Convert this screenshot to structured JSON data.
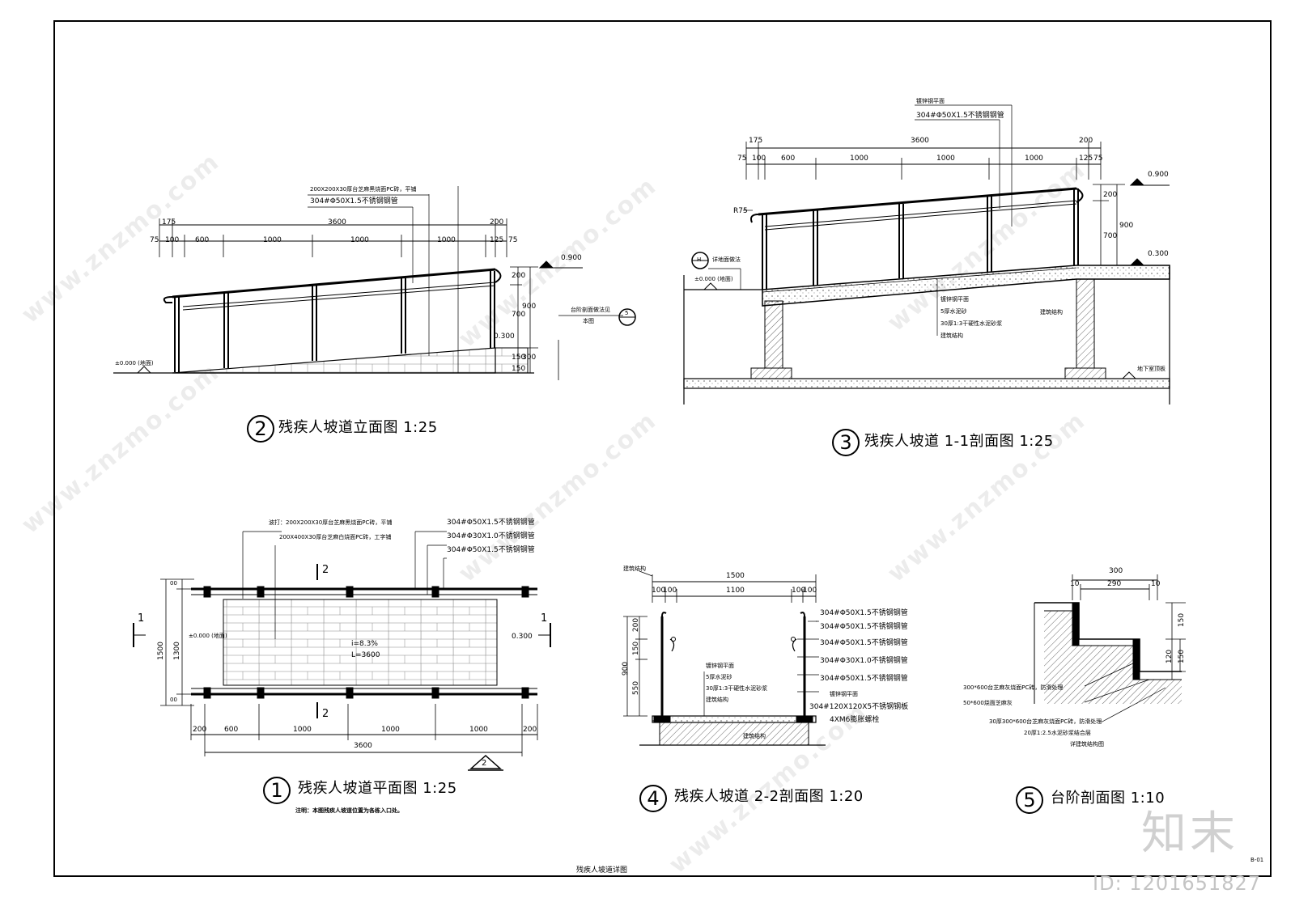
{
  "sheet": {
    "caption": "残疾人坡道详图",
    "number": "B-01"
  },
  "watermark": {
    "site": "www.znzmo.com",
    "brand": "知末",
    "id": "ID: 1201651827"
  },
  "views": {
    "v1": {
      "num": "1",
      "title": "残疾人坡道平面图 1:25",
      "note": "注明：本图残疾人坡道位置为各栋入口处。",
      "labels": [
        "波打：200X200X30厚台芝麻黑烧面PC砖，平铺",
        "200X400X30厚台芝麻白烧面PC砖，工字铺",
        "304#Φ50X1.5不锈钢钢管",
        "304#Φ30X1.0不锈钢钢管",
        "304#Φ50X1.5不锈钢钢管"
      ],
      "level0": "±0.000 (地面)",
      "level1": "0.300",
      "slope": "i=8.3%",
      "length": "L=3600",
      "dims_bottom": [
        "200",
        "600",
        "1000",
        "1000",
        "1000",
        "200"
      ],
      "total": "3600",
      "dims_left": [
        "1500",
        "1300",
        "00",
        "00"
      ],
      "sec1": "1",
      "sec2": "2"
    },
    "v2": {
      "num": "2",
      "title": "残疾人坡道立面图 1:25",
      "labels": [
        "200X200X30厚台芝麻黑烧面PC砖，平铺",
        "304#Φ50X1.5不锈钢钢管"
      ],
      "dims_top": [
        "175",
        "3600",
        "200",
        "75",
        "100",
        "600",
        "1000",
        "1000",
        "1000",
        "125",
        "75"
      ],
      "dims_right": [
        "200",
        "700",
        "900",
        "0.300",
        "150",
        "300",
        "150"
      ],
      "level_top": "0.900",
      "level0": "±0.000 (地面)",
      "callout": "台阶剖面做法见",
      "callout2": "本图",
      "ref": "5"
    },
    "v3": {
      "num": "3",
      "title": "残疾人坡道 1-1剖面图 1:25",
      "labels": [
        "镀锌钢平面",
        "304#Φ50X1.5不锈钢钢管",
        "镀锌钢平面",
        "5厚水泥砂",
        "30厚1:3干硬性水泥砂浆",
        "建筑结构",
        "建筑结构",
        "详地面做法",
        "地下室顶板"
      ],
      "dims_top": [
        "175",
        "3600",
        "200",
        "75",
        "100",
        "600",
        "1000",
        "1000",
        "1000",
        "125",
        "75"
      ],
      "dims_right": [
        "200",
        "700",
        "900"
      ],
      "radius": "R75",
      "level_top": "0.900",
      "level_mid": "0.300",
      "level0": "±0.000 (地面)",
      "ref": "H"
    },
    "v4": {
      "num": "4",
      "title": "残疾人坡道 2-2剖面图 1:20",
      "labels": [
        "建筑结构",
        "304#Φ50X1.5不锈钢钢管",
        "304#Φ50X1.5不锈钢钢管",
        "304#Φ50X1.5不锈钢钢管",
        "304#Φ30X1.0不锈钢钢管",
        "304#Φ50X1.5不锈钢钢管",
        "镀锌钢平面",
        "304#120X120X5不锈钢钢板",
        "4XM6膨胀螺栓",
        "镀锌钢平面",
        "5厚水泥砂",
        "30厚1:3干硬性水泥砂浆",
        "建筑结构",
        "建筑结构"
      ],
      "dims_top": [
        "1500",
        "100",
        "100",
        "1100",
        "100",
        "100"
      ],
      "dims_left": [
        "200",
        "150",
        "900",
        "550"
      ]
    },
    "v5": {
      "num": "5",
      "title": "台阶剖面图 1:10",
      "labels": [
        "300*600台芝麻灰烧面PC砖，防滑处理",
        "50*600烧面芝麻灰",
        "30厚300*600台芝麻灰烧面PC砖，防滑处理",
        "20厚1:2.5水泥砂浆结合层",
        "详建筑结构图"
      ],
      "dims_top": [
        "300",
        "10",
        "290",
        "10"
      ],
      "dims_right": [
        "150",
        "150",
        "120"
      ]
    }
  }
}
